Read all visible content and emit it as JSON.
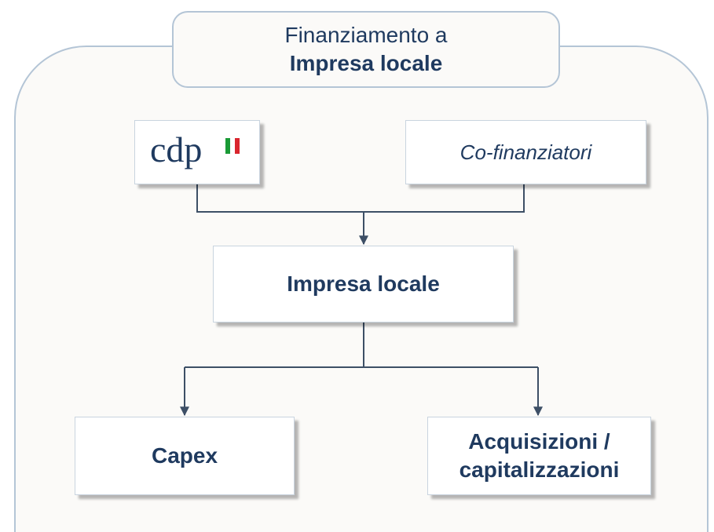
{
  "title": {
    "line1": "Finanziamento a",
    "line2": "Impresa locale"
  },
  "nodes": {
    "cdp": {
      "logo_text": "cdp",
      "logo_icon": "italian-flag"
    },
    "cofinanziatori": {
      "label": "Co-finanziatori"
    },
    "impresa": {
      "label": "Impresa locale"
    },
    "capex": {
      "label": "Capex"
    },
    "acquisizioni": {
      "line1": "Acquisizioni /",
      "line2": "capitalizzazioni"
    }
  },
  "colors": {
    "text": "#1f3a5f",
    "connector": "#3d4f66",
    "frame_border": "#b4c5d6",
    "frame_fill": "#fbfaf8",
    "flag_green": "#1a9a36",
    "flag_red": "#d9262e"
  }
}
